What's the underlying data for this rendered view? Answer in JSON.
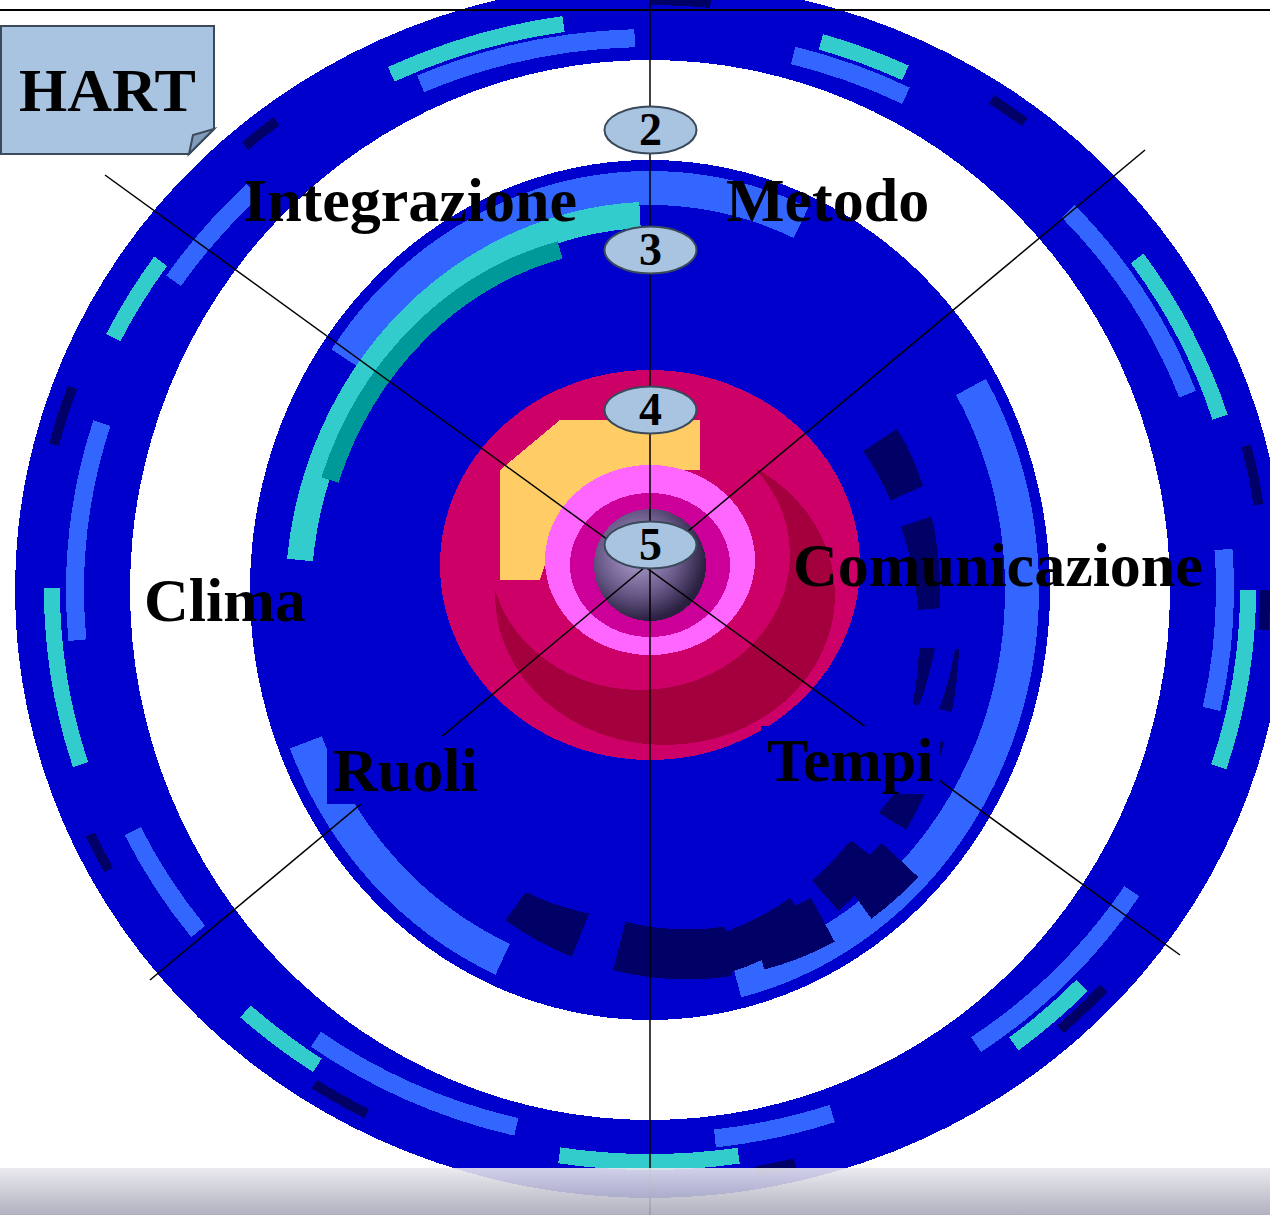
{
  "diagram": {
    "nodes": [
      {
        "text": [
          "HART"
        ]
      },
      {
        "text": [
          "2"
        ]
      },
      {
        "text": [
          "3"
        ]
      },
      {
        "text": [
          "4"
        ]
      },
      {
        "text": [
          "5"
        ]
      }
    ],
    "labels": [
      "Integrazione",
      "Metodo",
      "Clima",
      "Comunicazione",
      "Ruoli",
      "Tempi"
    ]
  }
}
